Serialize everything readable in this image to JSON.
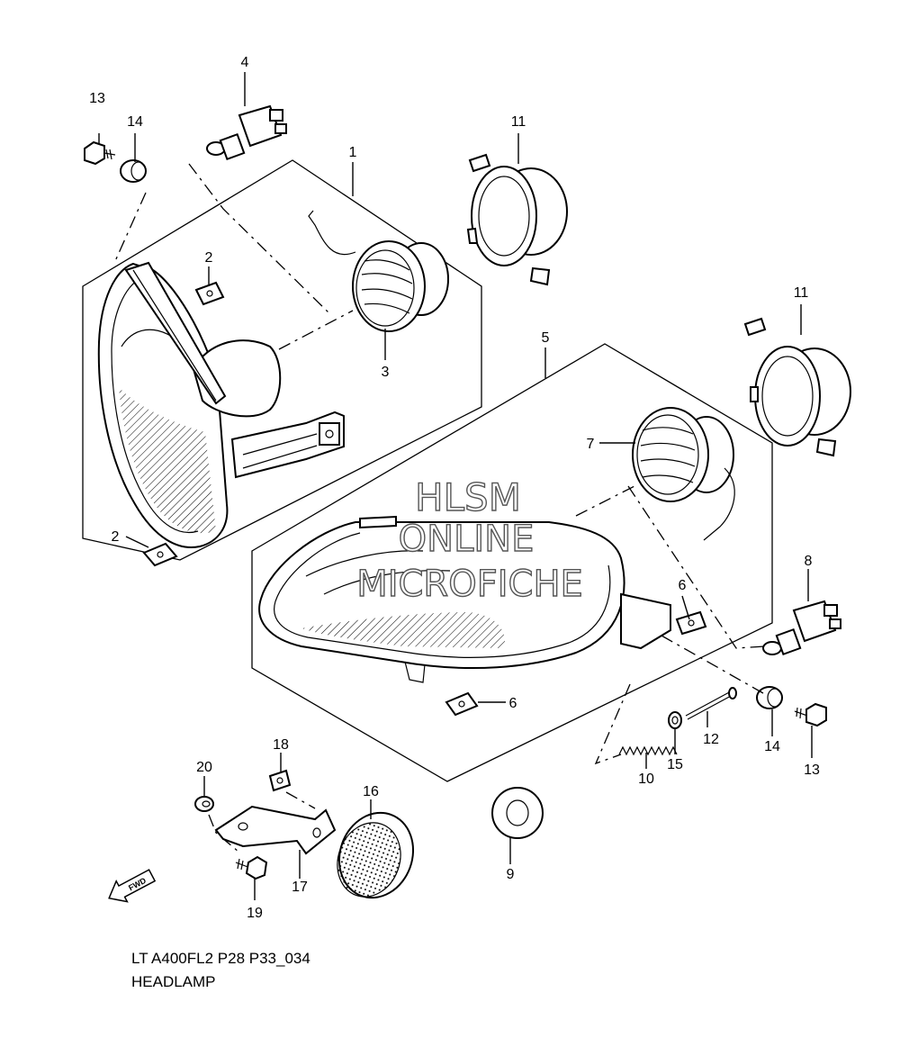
{
  "callouts": {
    "c1": "1",
    "c2a": "2",
    "c2b": "2",
    "c3": "3",
    "c4": "4",
    "c5": "5",
    "c6a": "6",
    "c6b": "6",
    "c7": "7",
    "c8": "8",
    "c9": "9",
    "c10": "10",
    "c11a": "11",
    "c11b": "11",
    "c12": "12",
    "c13a": "13",
    "c13b": "13",
    "c14a": "14",
    "c14b": "14",
    "c15": "15",
    "c16": "16",
    "c17": "17",
    "c18": "18",
    "c19": "19",
    "c20": "20"
  },
  "watermark": {
    "line1": "HLSM",
    "line2": "ONLINE",
    "line3": "MICROFICHE"
  },
  "fwd_label": "FWD",
  "caption": {
    "model": "LT A400FL2 P28 P33_034",
    "title": "HEADLAMP"
  }
}
